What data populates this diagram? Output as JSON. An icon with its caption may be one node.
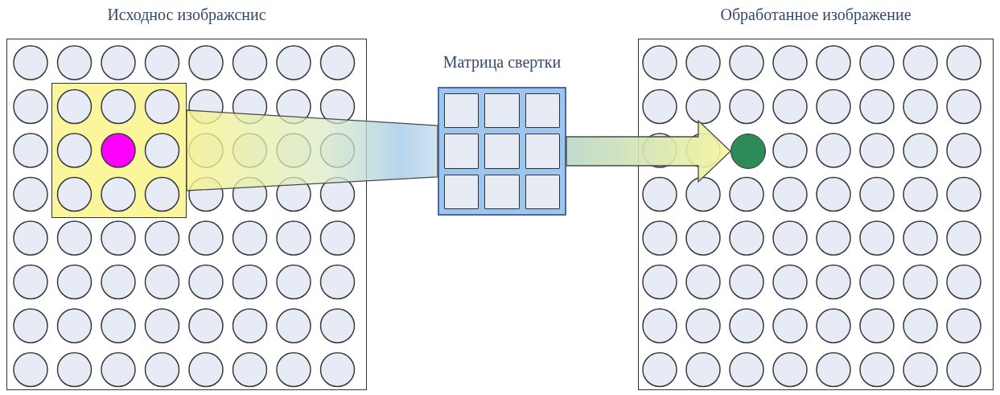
{
  "diagram": {
    "nodes": [
      {
        "text": [
          "Исходнос изображснис"
        ]
      },
      {
        "text": [],
        "shape": "box",
        "in": 0
      },
      {
        "text": [
          "Матрица свертки"
        ]
      },
      {
        "text": [
          "Обработанное изображение"
        ]
      },
      {
        "text": [],
        "shape": "circle",
        "in": 3
      }
    ],
    "edges": [
      {
        "from": 1,
        "to": 2,
        "arrow": "none"
      },
      {
        "from": 2,
        "to": 4,
        "arrow": "to"
      }
    ]
  }
}
